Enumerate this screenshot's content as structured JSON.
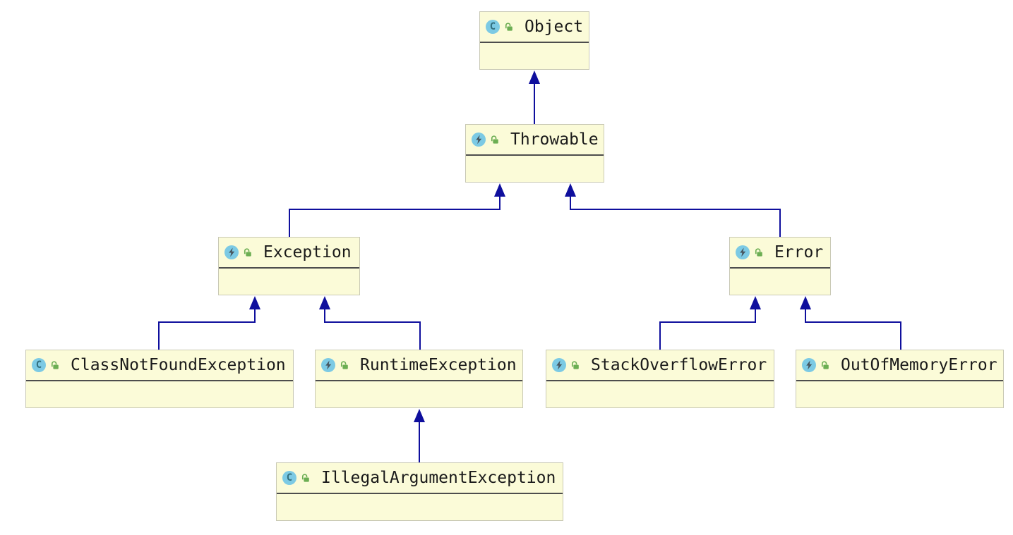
{
  "diagram": {
    "type": "uml-class-diagram",
    "subject": "Java Throwable class hierarchy"
  },
  "classes": [
    {
      "name": "Object",
      "icon": "class",
      "visibility": "public"
    },
    {
      "name": "Throwable",
      "icon": "exception-class",
      "visibility": "public"
    },
    {
      "name": "Exception",
      "icon": "exception-class",
      "visibility": "public"
    },
    {
      "name": "Error",
      "icon": "exception-class",
      "visibility": "public"
    },
    {
      "name": "ClassNotFoundException",
      "icon": "class",
      "visibility": "public"
    },
    {
      "name": "RuntimeException",
      "icon": "exception-class",
      "visibility": "public"
    },
    {
      "name": "StackOverflowError",
      "icon": "exception-class",
      "visibility": "public"
    },
    {
      "name": "OutOfMemoryError",
      "icon": "exception-class",
      "visibility": "public"
    },
    {
      "name": "IllegalArgumentException",
      "icon": "class",
      "visibility": "public"
    }
  ],
  "edges": [
    {
      "from": "Throwable",
      "to": "Object",
      "type": "inheritance"
    },
    {
      "from": "Exception",
      "to": "Throwable",
      "type": "inheritance"
    },
    {
      "from": "Error",
      "to": "Throwable",
      "type": "inheritance"
    },
    {
      "from": "ClassNotFoundException",
      "to": "Exception",
      "type": "inheritance"
    },
    {
      "from": "RuntimeException",
      "to": "Exception",
      "type": "inheritance"
    },
    {
      "from": "StackOverflowError",
      "to": "Error",
      "type": "inheritance"
    },
    {
      "from": "OutOfMemoryError",
      "to": "Error",
      "type": "inheritance"
    },
    {
      "from": "IllegalArgumentException",
      "to": "RuntimeException",
      "type": "inheritance"
    }
  ],
  "icons": {
    "class_letter": "C",
    "class_circle_color": "#7ccae4",
    "class_letter_color": "#33707f",
    "bolt_color": "#46555e",
    "lock_color": "#6cae53"
  },
  "colors": {
    "background": "#ffffff",
    "box_fill": "#fbfbd8",
    "box_border": "#c9c9b5",
    "divider": "#4d4d4d",
    "arrow": "#0f0f9d",
    "text": "#1a1a1a"
  }
}
